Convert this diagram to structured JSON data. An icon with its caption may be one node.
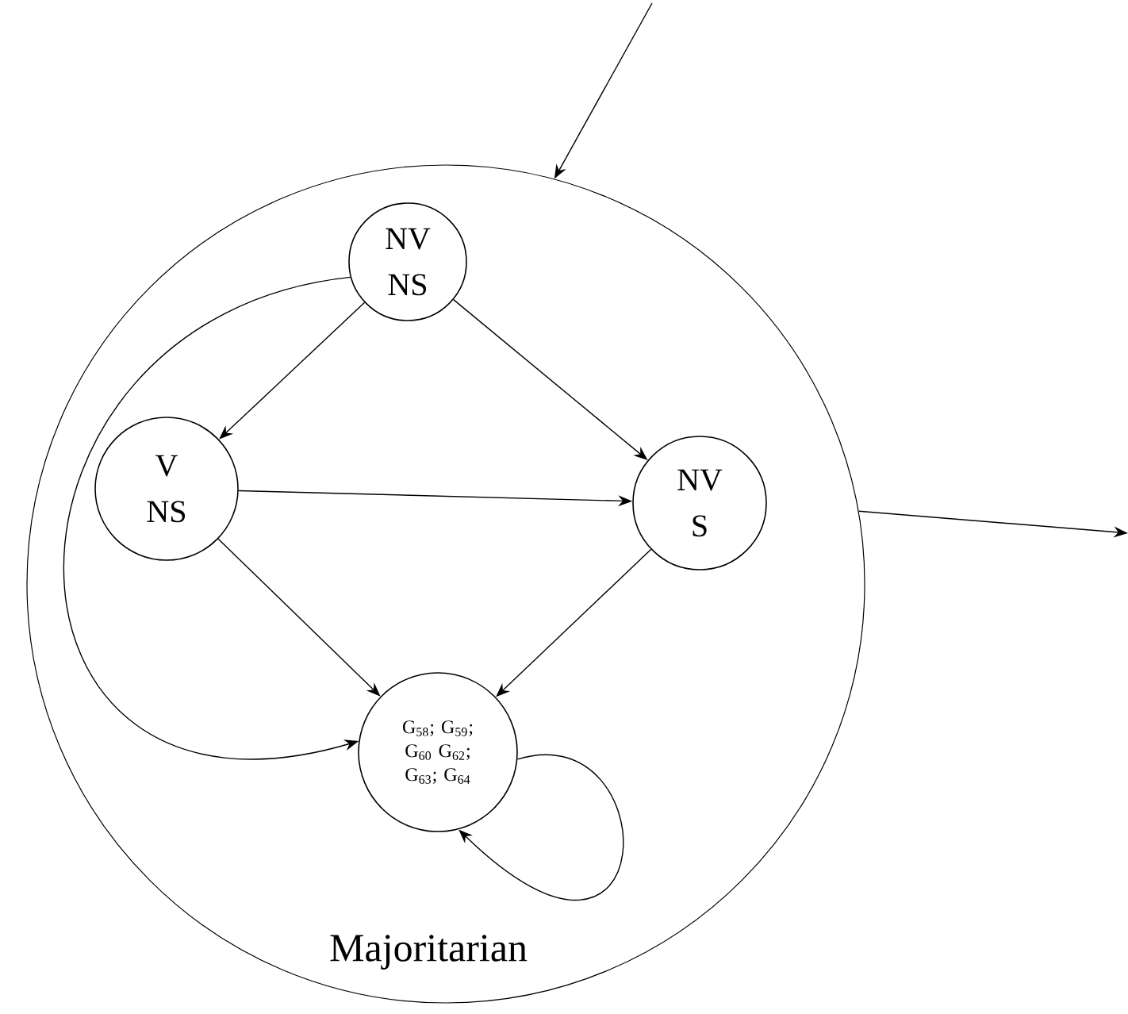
{
  "diagram": {
    "nodes": [
      {
        "text": [
          "Majoritarian"
        ]
      },
      {
        "text": [
          "NV NS"
        ],
        "in": 0
      },
      {
        "text": [
          "V NS"
        ],
        "in": 0
      },
      {
        "text": [
          "NV S"
        ],
        "in": 0
      },
      {
        "text": [
          "G$_{58}$; G$_{59}$; G$_{60}$ G$_{62}$; G$_{63}$; G$_{64}$"
        ],
        "in": 0
      }
    ],
    "edges": [
      {
        "from": null,
        "to": 0,
        "arrow": "to"
      },
      {
        "from": 0,
        "to": null,
        "arrow": "to"
      },
      {
        "from": 1,
        "to": 2,
        "arrow": "to"
      },
      {
        "from": 1,
        "to": 3,
        "arrow": "to"
      },
      {
        "from": 2,
        "to": 3,
        "arrow": "to"
      },
      {
        "from": 2,
        "to": 4,
        "arrow": "to"
      },
      {
        "from": 3,
        "to": 4,
        "arrow": "to"
      },
      {
        "from": 1,
        "to": 4,
        "arrow": "to"
      },
      {
        "from": 4,
        "to": 4,
        "arrow": "to"
      }
    ]
  }
}
